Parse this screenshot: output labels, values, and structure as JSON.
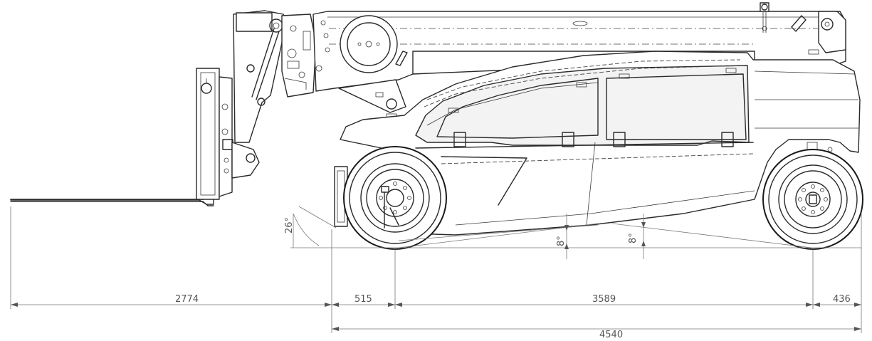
{
  "dimensions": {
    "fork_overhang": "2774",
    "front_overhang": "515",
    "wheelbase": "3589",
    "rear_overhang": "436",
    "overall_length": "4540"
  },
  "angles": {
    "approach": "26°",
    "ramp_front": "8°",
    "ramp_rear": "8°"
  }
}
